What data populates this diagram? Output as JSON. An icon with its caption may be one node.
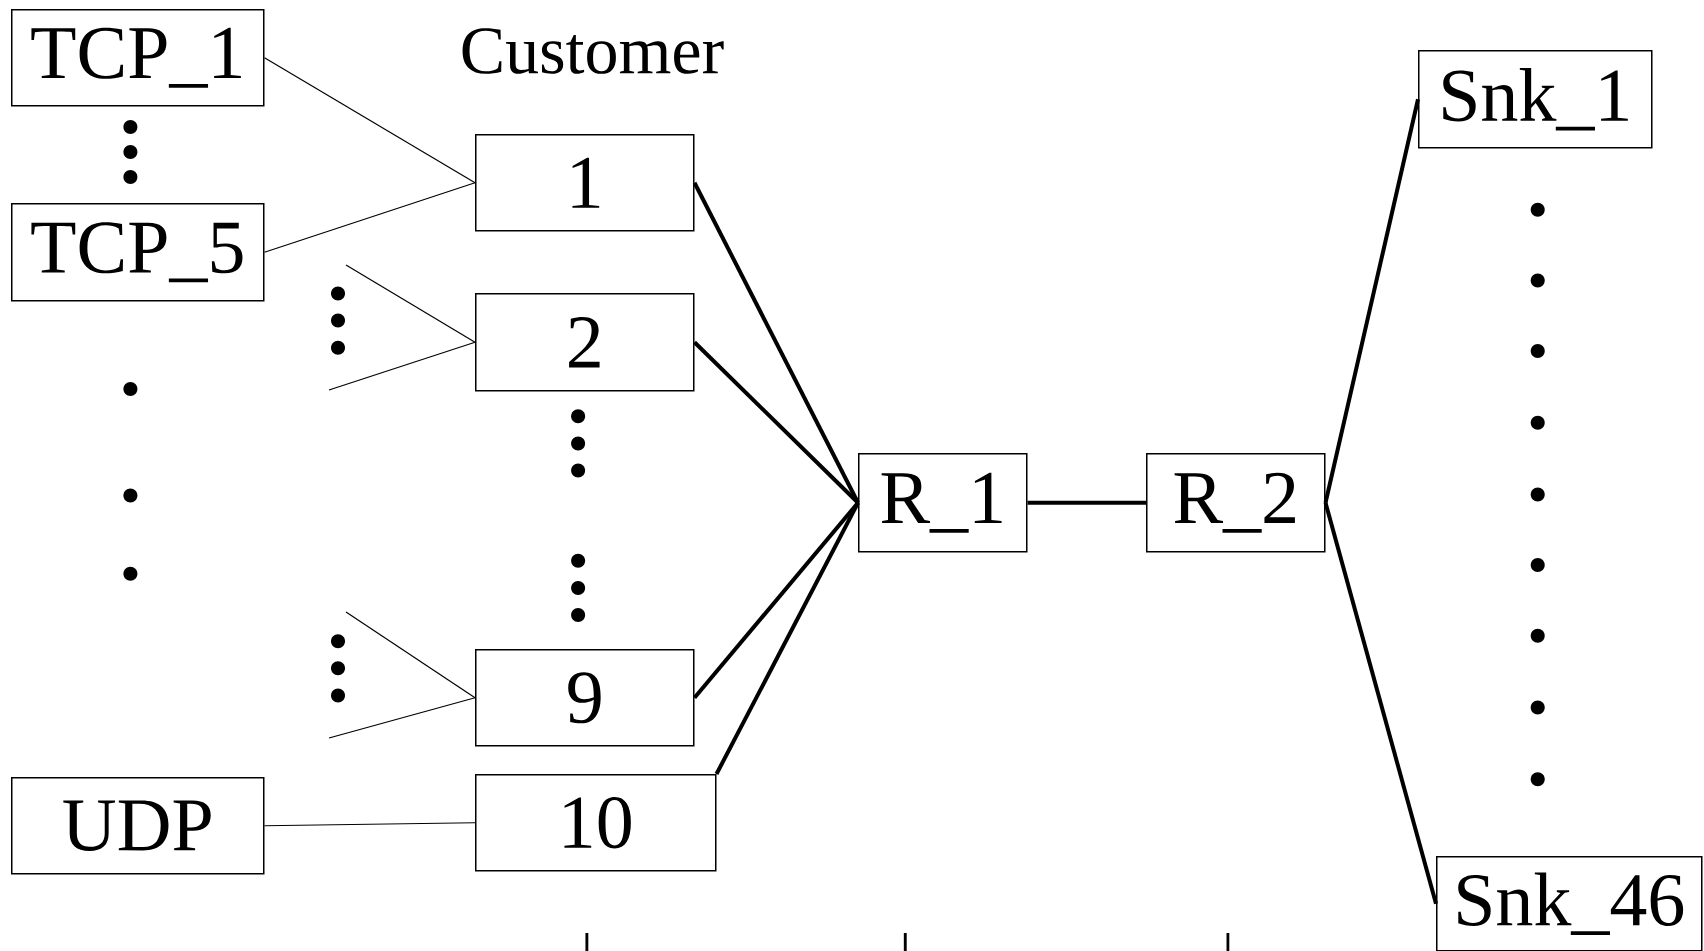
{
  "diagram": {
    "nodes": [
      {
        "text": [
          "TCP_1"
        ]
      },
      {
        "text": [
          "TCP_5"
        ]
      },
      {
        "text": [
          "UDP"
        ]
      },
      {
        "text": [
          "1"
        ]
      },
      {
        "text": [
          "2"
        ]
      },
      {
        "text": [
          "9"
        ]
      },
      {
        "text": [
          "10"
        ]
      },
      {
        "text": [
          "R_1"
        ]
      },
      {
        "text": [
          "R_2"
        ]
      },
      {
        "text": [
          "Snk_1"
        ]
      },
      {
        "text": [
          "Snk_46"
        ]
      }
    ],
    "edges": [
      {
        "from": 0,
        "to": 3,
        "arrow": "none"
      },
      {
        "from": 1,
        "to": 3,
        "arrow": "none"
      },
      {
        "from": null,
        "to": 4,
        "arrow": "none"
      },
      {
        "from": null,
        "to": 4,
        "arrow": "none"
      },
      {
        "from": null,
        "to": 5,
        "arrow": "none"
      },
      {
        "from": null,
        "to": 5,
        "arrow": "none"
      },
      {
        "from": 2,
        "to": 6,
        "arrow": "none"
      },
      {
        "from": 3,
        "to": 7,
        "arrow": "none",
        "style": "thick"
      },
      {
        "from": 4,
        "to": 7,
        "arrow": "none",
        "style": "thick"
      },
      {
        "from": 5,
        "to": 7,
        "arrow": "none",
        "style": "thick"
      },
      {
        "from": 6,
        "to": 7,
        "arrow": "none",
        "style": "thick"
      },
      {
        "from": 7,
        "to": 8,
        "arrow": "none",
        "style": "thick"
      },
      {
        "from": 8,
        "to": 9,
        "arrow": "none",
        "style": "thick"
      },
      {
        "from": 8,
        "to": 10,
        "arrow": "none",
        "style": "thick"
      }
    ],
    "labels": [
      "Customer"
    ]
  }
}
